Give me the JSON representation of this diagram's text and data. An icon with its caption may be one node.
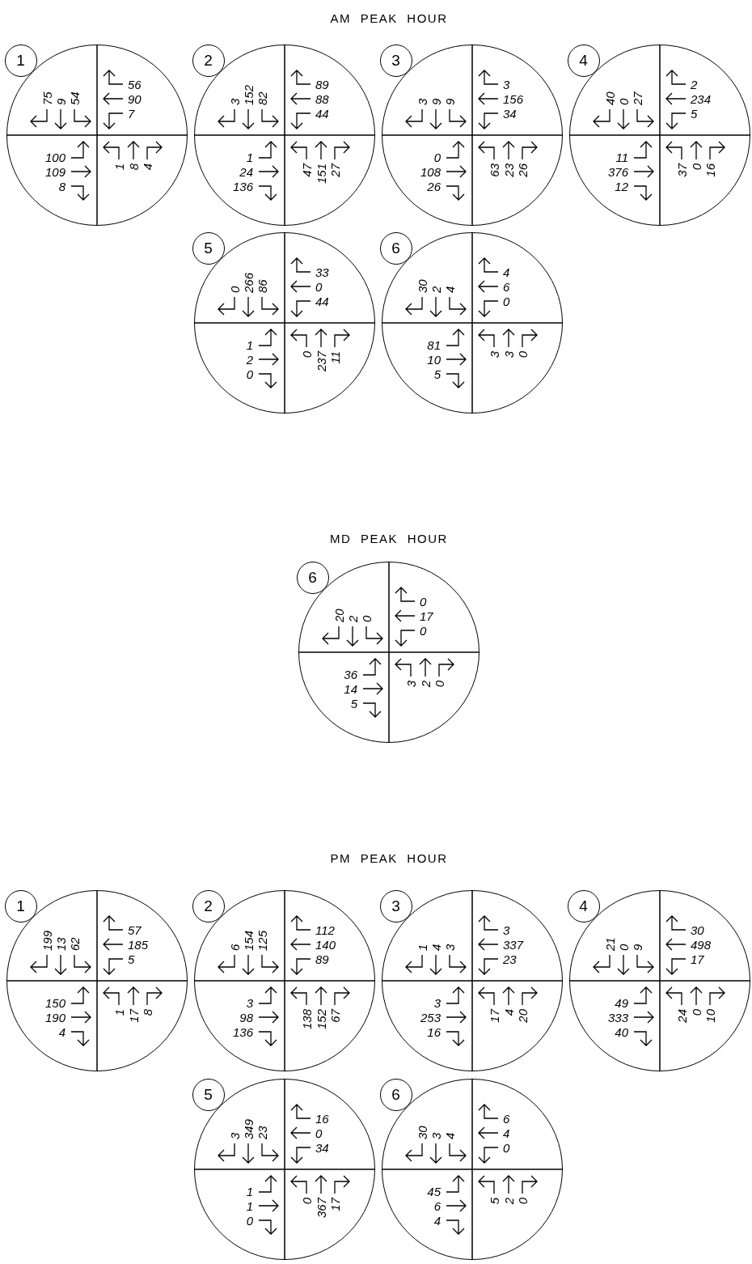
{
  "diagram": {
    "nodes": [
      {
        "text": [
          "1",
          "75",
          "9",
          "54",
          "56",
          "90",
          "7",
          "100",
          "109",
          "8",
          "1",
          "8",
          "4"
        ]
      },
      {
        "text": [
          "2",
          "3",
          "152",
          "82",
          "89",
          "88",
          "44",
          "1",
          "24",
          "136",
          "47",
          "151",
          "27"
        ]
      },
      {
        "text": [
          "3",
          "3",
          "9",
          "9",
          "3",
          "156",
          "34",
          "0",
          "108",
          "26",
          "63",
          "23",
          "26"
        ]
      },
      {
        "text": [
          "4",
          "40",
          "0",
          "27",
          "2",
          "234",
          "5",
          "11",
          "376",
          "12",
          "37",
          "0",
          "16"
        ]
      },
      {
        "text": [
          "5",
          "0",
          "266",
          "86",
          "33",
          "0",
          "44",
          "1",
          "2",
          "0",
          "0",
          "237",
          "11"
        ]
      },
      {
        "text": [
          "6",
          "30",
          "2",
          "4",
          "4",
          "6",
          "0",
          "81",
          "10",
          "5",
          "3",
          "3",
          "0"
        ]
      },
      {
        "text": [
          "6",
          "20",
          "2",
          "0",
          "0",
          "17",
          "0",
          "36",
          "14",
          "5",
          "3",
          "2",
          "0"
        ]
      },
      {
        "text": [
          "1",
          "199",
          "13",
          "62",
          "57",
          "185",
          "5",
          "150",
          "190",
          "4",
          "1",
          "17",
          "8"
        ]
      },
      {
        "text": [
          "2",
          "6",
          "154",
          "125",
          "112",
          "140",
          "89",
          "3",
          "98",
          "136",
          "138",
          "152",
          "67"
        ]
      },
      {
        "text": [
          "3",
          "1",
          "4",
          "3",
          "3",
          "337",
          "23",
          "3",
          "253",
          "16",
          "17",
          "4",
          "20"
        ]
      },
      {
        "text": [
          "4",
          "21",
          "0",
          "9",
          "30",
          "498",
          "17",
          "49",
          "333",
          "40",
          "24",
          "0",
          "10"
        ]
      },
      {
        "text": [
          "5",
          "3",
          "349",
          "23",
          "16",
          "0",
          "34",
          "1",
          "1",
          "0",
          "0",
          "367",
          "17"
        ]
      },
      {
        "text": [
          "6",
          "30",
          "3",
          "4",
          "6",
          "4",
          "0",
          "45",
          "6",
          "4",
          "5",
          "2",
          "0"
        ]
      }
    ],
    "labels": [
      "AM PEAK HOUR",
      "MD PEAK HOUR",
      "PM PEAK HOUR"
    ]
  }
}
